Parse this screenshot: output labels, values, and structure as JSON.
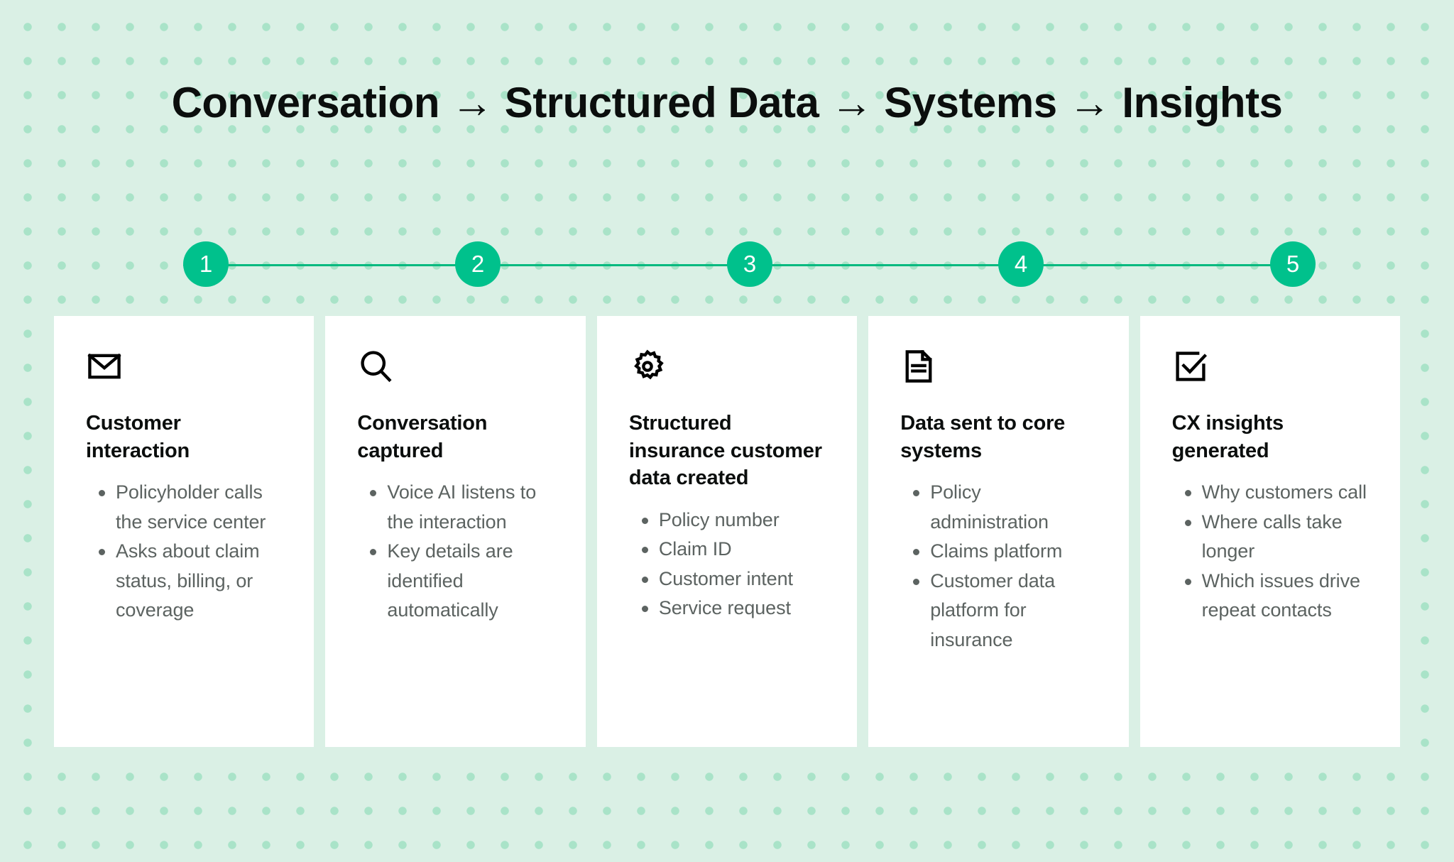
{
  "page": {
    "title": "Conversation → Structured Data → Systems → Insights",
    "background_color": "#daf0e5",
    "dot_color": "#a9e3c8",
    "accent_color": "#00c18c",
    "line_color": "#00b97f",
    "card_background": "#ffffff",
    "heading_color": "#0b0e0d",
    "bullet_text_color": "#5c6361"
  },
  "timeline": {
    "steps": [
      {
        "number": "1"
      },
      {
        "number": "2"
      },
      {
        "number": "3"
      },
      {
        "number": "4"
      },
      {
        "number": "5"
      }
    ]
  },
  "cards": [
    {
      "icon": "envelope-icon",
      "title": "Customer interaction",
      "bullets": [
        "Policyholder calls the service center",
        "Asks about claim status, billing, or coverage"
      ]
    },
    {
      "icon": "search-icon",
      "title": "Conversation captured",
      "bullets": [
        "Voice AI listens to the interaction",
        "Key details are identified automatically"
      ]
    },
    {
      "icon": "gear-icon",
      "title": "Structured insurance customer data created",
      "bullets": [
        "Policy number",
        "Claim ID",
        "Customer intent",
        "Service request"
      ]
    },
    {
      "icon": "document-icon",
      "title": "Data sent to core systems",
      "bullets": [
        "Policy administration",
        "Claims platform",
        "Customer data platform for insurance"
      ]
    },
    {
      "icon": "checkbox-check-icon",
      "title": "CX insights generated",
      "bullets": [
        "Why customers call",
        "Where calls take longer",
        "Which issues drive repeat contacts"
      ]
    }
  ]
}
